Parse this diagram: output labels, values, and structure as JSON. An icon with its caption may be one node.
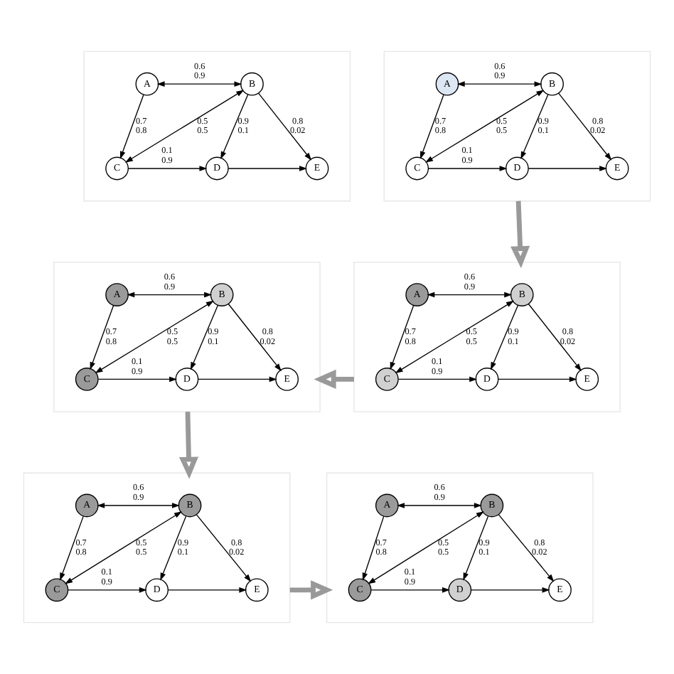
{
  "diagram": {
    "nodes": [
      {
        "text": [],
        "shape": "box"
      },
      {
        "text": [
          "A"
        ],
        "in": 0
      },
      {
        "text": [
          "B"
        ],
        "in": 0
      },
      {
        "text": [
          "C"
        ],
        "in": 0
      },
      {
        "text": [
          "D"
        ],
        "in": 0
      },
      {
        "text": [
          "E"
        ],
        "in": 0
      },
      {
        "text": [],
        "shape": "box"
      },
      {
        "text": [
          "A"
        ],
        "in": 6
      },
      {
        "text": [
          "B"
        ],
        "in": 6
      },
      {
        "text": [
          "C"
        ],
        "in": 6
      },
      {
        "text": [
          "D"
        ],
        "in": 6
      },
      {
        "text": [
          "E"
        ],
        "in": 6
      },
      {
        "text": [],
        "shape": "box"
      },
      {
        "text": [
          "A"
        ],
        "in": 12
      },
      {
        "text": [
          "B"
        ],
        "in": 12
      },
      {
        "text": [
          "C"
        ],
        "in": 12
      },
      {
        "text": [
          "D"
        ],
        "in": 12
      },
      {
        "text": [
          "E"
        ],
        "in": 12
      },
      {
        "text": [],
        "shape": "box"
      },
      {
        "text": [
          "A"
        ],
        "in": 18
      },
      {
        "text": [
          "B"
        ],
        "in": 18
      },
      {
        "text": [
          "C"
        ],
        "in": 18
      },
      {
        "text": [
          "D"
        ],
        "in": 18
      },
      {
        "text": [
          "E"
        ],
        "in": 18
      },
      {
        "text": [],
        "shape": "box"
      },
      {
        "text": [
          "A"
        ],
        "in": 24
      },
      {
        "text": [
          "B"
        ],
        "in": 24
      },
      {
        "text": [
          "C"
        ],
        "in": 24
      },
      {
        "text": [
          "D"
        ],
        "in": 24
      },
      {
        "text": [
          "E"
        ],
        "in": 24
      },
      {
        "text": [],
        "shape": "box"
      },
      {
        "text": [
          "A"
        ],
        "in": 30
      },
      {
        "text": [
          "B"
        ],
        "in": 30
      },
      {
        "text": [
          "C"
        ],
        "in": 30
      },
      {
        "text": [
          "D"
        ],
        "in": 30
      },
      {
        "text": [
          "E"
        ],
        "in": 30
      }
    ],
    "edges": [
      {
        "from": 1,
        "to": 2,
        "arrow": "both",
        "label": "0.6 0.9"
      },
      {
        "from": 1,
        "to": 3,
        "arrow": "to",
        "label": "0.7 0.8"
      },
      {
        "from": 3,
        "to": 2,
        "arrow": "both",
        "label": "0.5 0.5"
      },
      {
        "from": 2,
        "to": 4,
        "arrow": "to",
        "label": "0.9 0.1"
      },
      {
        "from": 2,
        "to": 5,
        "arrow": "to",
        "label": "0.8 0.02"
      },
      {
        "from": 3,
        "to": 4,
        "arrow": "to",
        "label": "0.1 0.9"
      },
      {
        "from": 4,
        "to": 5,
        "arrow": "to"
      },
      {
        "from": 7,
        "to": 8,
        "arrow": "both",
        "label": "0.6 0.9"
      },
      {
        "from": 7,
        "to": 9,
        "arrow": "to",
        "label": "0.7 0.8"
      },
      {
        "from": 9,
        "to": 8,
        "arrow": "both",
        "label": "0.5 0.5"
      },
      {
        "from": 8,
        "to": 10,
        "arrow": "to",
        "label": "0.9 0.1"
      },
      {
        "from": 8,
        "to": 11,
        "arrow": "to",
        "label": "0.8 0.02"
      },
      {
        "from": 9,
        "to": 10,
        "arrow": "to",
        "label": "0.1 0.9"
      },
      {
        "from": 10,
        "to": 11,
        "arrow": "to"
      },
      {
        "from": 13,
        "to": 14,
        "arrow": "both",
        "label": "0.6 0.9"
      },
      {
        "from": 13,
        "to": 15,
        "arrow": "to",
        "label": "0.7 0.8"
      },
      {
        "from": 15,
        "to": 14,
        "arrow": "both",
        "label": "0.5 0.5"
      },
      {
        "from": 14,
        "to": 16,
        "arrow": "to",
        "label": "0.9 0.1"
      },
      {
        "from": 14,
        "to": 17,
        "arrow": "to",
        "label": "0.8 0.02"
      },
      {
        "from": 15,
        "to": 16,
        "arrow": "to",
        "label": "0.1 0.9"
      },
      {
        "from": 16,
        "to": 17,
        "arrow": "to"
      },
      {
        "from": 19,
        "to": 20,
        "arrow": "both",
        "label": "0.6 0.9"
      },
      {
        "from": 19,
        "to": 21,
        "arrow": "to",
        "label": "0.7 0.8"
      },
      {
        "from": 21,
        "to": 20,
        "arrow": "both",
        "label": "0.5 0.5"
      },
      {
        "from": 20,
        "to": 22,
        "arrow": "to",
        "label": "0.9 0.1"
      },
      {
        "from": 20,
        "to": 23,
        "arrow": "to",
        "label": "0.8 0.02"
      },
      {
        "from": 21,
        "to": 22,
        "arrow": "to",
        "label": "0.1 0.9"
      },
      {
        "from": 22,
        "to": 23,
        "arrow": "to"
      },
      {
        "from": 25,
        "to": 26,
        "arrow": "both",
        "label": "0.6 0.9"
      },
      {
        "from": 25,
        "to": 27,
        "arrow": "to",
        "label": "0.7 0.8"
      },
      {
        "from": 27,
        "to": 26,
        "arrow": "both",
        "label": "0.5 0.5"
      },
      {
        "from": 26,
        "to": 28,
        "arrow": "to",
        "label": "0.9 0.1"
      },
      {
        "from": 26,
        "to": 29,
        "arrow": "to",
        "label": "0.8 0.02"
      },
      {
        "from": 27,
        "to": 28,
        "arrow": "to",
        "label": "0.1 0.9"
      },
      {
        "from": 28,
        "to": 29,
        "arrow": "to"
      },
      {
        "from": 31,
        "to": 32,
        "arrow": "both",
        "label": "0.6 0.9"
      },
      {
        "from": 31,
        "to": 33,
        "arrow": "to",
        "label": "0.7 0.8"
      },
      {
        "from": 33,
        "to": 32,
        "arrow": "both",
        "label": "0.5 0.5"
      },
      {
        "from": 32,
        "to": 34,
        "arrow": "to",
        "label": "0.9 0.1"
      },
      {
        "from": 32,
        "to": 35,
        "arrow": "to",
        "label": "0.8 0.02"
      },
      {
        "from": 33,
        "to": 34,
        "arrow": "to",
        "label": "0.1 0.9"
      },
      {
        "from": 34,
        "to": 35,
        "arrow": "to"
      },
      {
        "from": 6,
        "to": 18,
        "arrow": "to",
        "style": "thick",
        "color": "#999999"
      },
      {
        "from": 18,
        "to": 12,
        "arrow": "to",
        "style": "thick",
        "color": "#999999"
      },
      {
        "from": 12,
        "to": 24,
        "arrow": "to",
        "style": "thick",
        "color": "#999999"
      },
      {
        "from": 24,
        "to": 30,
        "arrow": "to",
        "style": "thick",
        "color": "#999999"
      }
    ]
  }
}
